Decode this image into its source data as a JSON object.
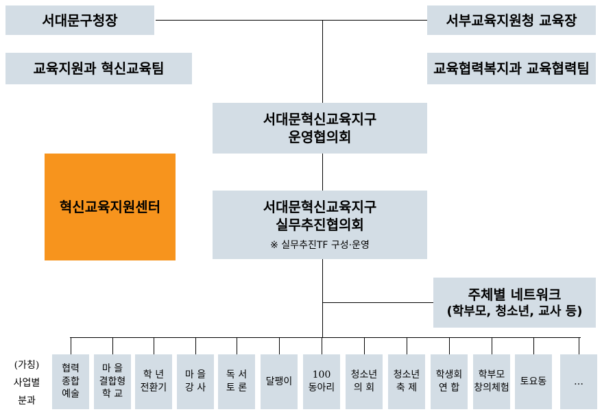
{
  "top_left": {
    "title": "서대문구청장",
    "sub": "교육지원과 혁신교육팀"
  },
  "top_right": {
    "title": "서부교육지원청 교육장",
    "sub": "교육협력복지과 교육협력팀"
  },
  "council": {
    "line1": "서대문혁신교육지구",
    "line2": "운영협의회"
  },
  "committee": {
    "line1": "서대문혁신교육지구",
    "line2": "실무추진협의회",
    "note": "※ 실무추진TF 구성·운영"
  },
  "center": {
    "label": "혁신교육지원센터"
  },
  "network": {
    "line1": "주체별 네트워크",
    "line2": "(학부모, 청소년, 교사 등)"
  },
  "side_label": {
    "line1": "(가칭)",
    "line2": "사업별",
    "line3": "분과"
  },
  "subcommittees": [
    {
      "l1": "협력",
      "l2": "종합",
      "l3": "예술"
    },
    {
      "l1": "마 을",
      "l2": "결합형",
      "l3": "학 교"
    },
    {
      "l1": "학 년",
      "l2": "전환기",
      "l3": ""
    },
    {
      "l1": "마 을",
      "l2": "강 사",
      "l3": ""
    },
    {
      "l1": "독 서",
      "l2": "토 론",
      "l3": ""
    },
    {
      "l1": "달팽이",
      "l2": "",
      "l3": ""
    },
    {
      "l1": "100",
      "l2": "동아리",
      "l3": ""
    },
    {
      "l1": "청소년",
      "l2": "의 회",
      "l3": ""
    },
    {
      "l1": "청소년",
      "l2": "축 제",
      "l3": ""
    },
    {
      "l1": "학생회",
      "l2": "연 합",
      "l3": ""
    },
    {
      "l1": "학부모",
      "l2": "창의체험",
      "l3": ""
    },
    {
      "l1": "토요동",
      "l2": "",
      "l3": ""
    },
    {
      "l1": "…",
      "l2": "",
      "l3": ""
    }
  ]
}
